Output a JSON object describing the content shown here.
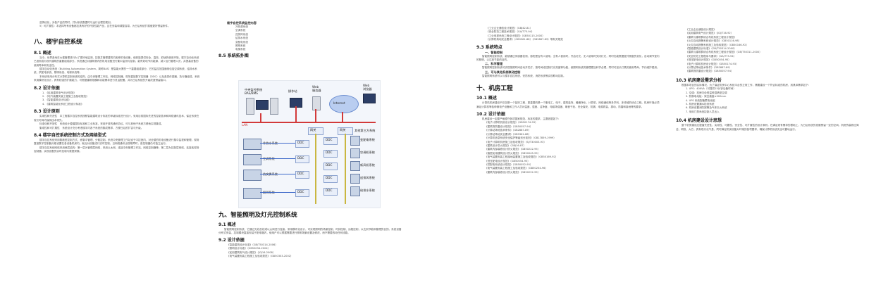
{
  "col1": {
    "intro_para": "选择优化，对各产品的同时，并对系统数据时与运行合理的规划。",
    "intro_item5": "5）可扩展性：本选择所有设备都应具有好的开放性能产品，且在安装和调整容易，为日后系统扩展做更好预留条件。",
    "section": "八、楼宇自控系统",
    "s81_title": "8.1 概述",
    "s81_paras": [
      "当今，世界各地在大楼管理进行为了更好地监测、控制并管理建筑内各种机电设备，使其能提供安全、高效、舒适的使用环境，楼宇自动化系统已逐渐成为现代建筑的重要组成部分。系统通过对建筑物内的机电设备进行集中监测与控制，能有效地节约能源、减少运行管理人员，并提高设备的使用寿命和安全性。",
      "楼宇自动化系统（Building Automation System，简称BAS）是智能大厦的一个重要组成部分，它的监控范围通常包括空调系统、给排水系统、供配电系统、照明系统、电梯系统等。",
      "本系统采用分布式计算机控制系统的结构，由中央管理工作站、网络控制器、现场直接数字控制器（DDC）以及各类传感器、执行器组成。系统采用模块化设计，具有较强的扩展能力，可根据建筑规模和功能需求进行灵活配置，并为日后系统的升级改造预留接口。"
    ],
    "s82_title": "8.2 设计依据",
    "s82_items": [
      "1. 《民用建筑电气设计规范》",
      "2. 《电气装置安装工程施工及验收规范》",
      "3. 《智能建筑设计标准》",
      "4. 《建筑智能化系统工程设计标准》"
    ],
    "s83_title": "8.3 设计原则",
    "s83_paras": [
      "实用性和先进性　本工程楼宇自控系统按照智能建筑设计标准的甲级标准进行设计，采用目前国际先进的控制技术和网络通讯技术，保证系统在较长时间内保持技术领先。",
      "标准化和开放性　系统设计遵循国际标准和工业标准，采用开放的通讯协议，可与其他子系统方便地实现集成。",
      "集成性和可扩展性　系统设计充分考虑楼宇内各子系统的集成需求，方便日后的扩容与升级。"
    ],
    "s84_title": "8.4 楼宇自控系统控制方式及网络型式",
    "s84_paras": [
      "楼宇自控系统采用集散型控制方式，即集中管理、分散控制。系统中央管理工作站设于中控室内，对全楼的机电设备进行集中监视和管理。现场直接数字控制器分散设置在各设备机房内，就近对设备进行实时控制，当网络通讯出现故障时，各控制器仍可独立运行。",
      "楼宇自控系统网络采用两层结构：第一层为管理层网络，采用以太网，连接中央管理工作站、网络控制器等；第二层为控制层网络，连接各现场控制器，实现设备的实时控制与数据采集。"
    ]
  },
  "col2": {
    "list_title": "楼宇自控系统监控内容",
    "list_items": [
      "冷热源系统",
      "空调系统",
      "送排风系统",
      "给排水系统",
      "变配电系统",
      "照明系统",
      "电梯系统"
    ],
    "s85_title": "8.5 系统拓扑图",
    "diagram": {
      "center_label": "中央监控系统\nBAS/BMS",
      "workstation": "操作站",
      "web_server": "Web\n服务器",
      "web_browser": "Web\n浏览器",
      "internet": "Internet",
      "lan": "LAN",
      "gateway": "网关",
      "ddc": "DDC",
      "other_sys": "其他第三方系统",
      "subsystems_left": [
        "冷热水系统",
        "空调系统",
        "热交换系统",
        "照明系统"
      ],
      "subsystems_right": [
        "变配电系统",
        "空调机系统",
        "新风机系统",
        "送排风系统",
        "给排水系统"
      ]
    },
    "section9": "九、智能照明及灯光控制系统",
    "s91_title": "9.1 概述",
    "s91_para": "智能照明控制系统，它通过无线总线或以太网进行连接，采用模块化设计，可实现照明的场景控制、时钟控制、远程控制，以达到节能和管理的目的。系统设备分布式安装，控制模块直接安装于配电箱内，使用户可以根据需要进行照明场景设置及修改，而不需要改动任何线路。",
    "s92_title": "9.2 设计依据",
    "s92_items": [
      "《智能建筑设计标准》（GB/T50314-2006）",
      "《照明设计标准》（GB50034-2004）",
      "《民用建筑电气设计规范》（JGJ16-2008）",
      "《电气装置安装工程施工及验收规范》（GB50303-2002）"
    ]
  },
  "col3": {
    "top_items": [
      "《工业企业通信设计规范》（GBJ42-81）",
      "《安全防范工程技术规范》（GA/T75-94）",
      "《工业电视系统工程设计规范》（GB50115-2000）",
      "《计算机场地安全要求》（GB9361-88）（GB2887-89）等有关规范"
    ],
    "s93_title": "9.3 系统特点",
    "s93_sub1": "一、智能控制",
    "s93_para1": "智能照明控制系统，能够通过传感器侦测、感知是否有人使用，当有人使用时，开启灯光，无人使用时关闭灯光，同时也能根据室外照度的变化，自动调节室内的照明，以达到节能的目的。",
    "s93_sub2": "二、科学管理",
    "s93_para2": "智能照明控制系统可实现按照时间自动开关灯、按时间段控制灯光亮度等功能，使照明系统的管理更加科学合理，同时可延长灯具的使用寿命，节约维护费用。",
    "s93_sub3": "三、可与其他系统联动控制",
    "s93_para3": "智能照明系统可以与楼宇自控系统、安防系统、消防系统等实现联动控制。",
    "section10": "十、机房工程",
    "s101_title": "10.1 概述",
    "s101_para": "计算机机房建设不仅仅是一个装饰工程，更重要的是一个集电工、电子、建筑装饰、暖通净化、计算机、网络通信等多学科、多领域的综合工程。机房环境必须满足计算机等各种微电子设备和工作人员对温度、湿度、洁净度、电磁场强度、噪音干扰、安全保安、防漏、电源质量、振动、防雷和接地等的要求。",
    "s102_title": "10.2 设计依据",
    "s102_intro": "机房建设一定要严格遵守各项国家规范、标准的要求，主要依据如下：",
    "s102_items": [
      "《电子计算机机房设计规范》（GB50174-93）",
      "《建筑物防雷设计规范》（GB50057-94）",
      "《计算站场地技术条件》（GB2887-89）",
      "《计算站场地安全要求》（GB9361-88）",
      "《计算机信息系统安全保护等级划分准则》（GB17859-1999）",
      "《电子计算机机房施工及验收规范》（SJ/T30003-93）",
      "《建筑设计防火规范》（GBJ16-87）",
      "《建筑内部装修设计防火规范》（GB50222-95）",
      "《高层民用建筑设计防火规范》（GB50045-95）",
      "《电气装置安装工程接地装置施工及验收规范》（GB50169-92）",
      "《低压配电设计规范》（GB50054-95）",
      "《供配电系统设计规范》（GB50052-95）",
      "《电气装置安装工程施工及验收规范》（GB50254-96）",
      "《建筑内部装修设计防火规范》（GB50222-95）"
    ]
  },
  "col4": {
    "top_items": [
      "《工业企业通信设计规范》",
      "《民用建筑电气设计规范》（JGJ/T16-92）",
      "《建筑与建筑群综合布线系统工程设计规范》",
      "《火灾自动报警系统设计规范》（GB50116-98）",
      "《火灾自动报警系统施工及验收规范》（GB50166-92）",
      "《智能建筑设计标准》（GB/T50314-2000）",
      "《建筑与建筑群综合布线系统工程设计规范》（GB/T50311-2000）",
      "《安全防范工程程序与要求》（GA/T75-94）",
      "《低压配电设计规范》（GB50054-95）",
      "《电子计算机机房设计规范》（GB50174-93）",
      "《计算站场地技术条件》（GB2887-89）",
      "《建筑物防雷设计规范》（GB50057-94）"
    ],
    "s103_title": "10.3 机房建设需求分析",
    "s103_para": "根据本项目的实际情况，为了保证机房中心系统平台的正常工作，需要建设一个符合标准的机房，其具体需求如下：",
    "s103_items": [
      "1. UPS：40KVA（可提供15分钟后备时间）",
      "2. 空调：机房内设恒温恒湿精密空调",
      "3. 防静电地板：架空高度≥300mm",
      "4. UPS 系统配备蓄电池组",
      "5. 机房设置漏水检测系统",
      "6. 机房设置消防报警及气体灭火系统",
      "7. 采用门禁系统控制人员出入"
    ],
    "s104_title": "10.4 机房建设设计思想",
    "s104_para": "整个机房建设应遵循先进性、实用性、可靠性、安全性、可扩展性的设计原则，在满足现有需求的基础上，为日后系统的发展预留一定的空间。机房的装修应简洁、明快、大方，具有现代化气息，同时满足机房设备对环境的各项要求，确保计算机系统安全可靠地运行。"
  },
  "colors": {
    "heading": "#1a1a1a",
    "body_text": "#555555",
    "diagram_network": "#d23a3a"
  }
}
